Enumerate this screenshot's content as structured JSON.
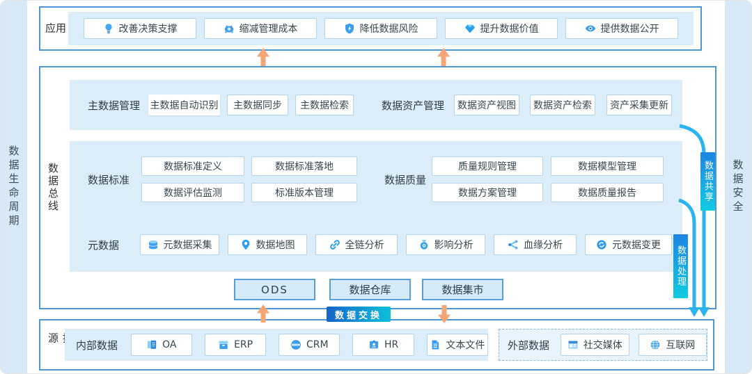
{
  "left_strip": {
    "label": "数据生命周期"
  },
  "right_strip": {
    "label": "数据安全"
  },
  "app_layer": {
    "label": "应用",
    "buttons": [
      {
        "label": "改善决策支撑",
        "icon": "bulb-icon"
      },
      {
        "label": "缩减管理成本",
        "icon": "piggy-bank-icon"
      },
      {
        "label": "降低数据风险",
        "icon": "shield-icon"
      },
      {
        "label": "提升数据价值",
        "icon": "diamond-icon"
      },
      {
        "label": "提供数据公开",
        "icon": "eye-icon"
      }
    ]
  },
  "governance": {
    "label": "数据总线",
    "master": {
      "label": "主数据管理",
      "buttons": [
        "主数据自动识别",
        "主数据同步",
        "主数据检索"
      ]
    },
    "asset": {
      "label": "数据资产管理",
      "buttons": [
        "数据资产视图",
        "数据资产检索",
        "资产采集更新"
      ]
    },
    "standard": {
      "label": "数据标准",
      "buttons": [
        "数据标准定义",
        "数据标准落地",
        "数据评估监测",
        "标准版本管理"
      ]
    },
    "quality": {
      "label": "数据质量",
      "buttons": [
        "质量规则管理",
        "数据模型管理",
        "数据方案管理",
        "数据质量报告"
      ]
    },
    "metadata": {
      "label": "元数据",
      "buttons": [
        {
          "label": "元数据采集",
          "icon": "database-icon"
        },
        {
          "label": "数据地图",
          "icon": "map-pin-icon"
        },
        {
          "label": "全链分析",
          "icon": "chain-link-icon"
        },
        {
          "label": "影响分析",
          "icon": "target-icon"
        },
        {
          "label": "血缘分析",
          "icon": "branch-icon"
        },
        {
          "label": "元数据变更",
          "icon": "refresh-icon"
        }
      ]
    },
    "storage": [
      "ODS",
      "数据仓库",
      "数据集市"
    ]
  },
  "badges": {
    "share": "数据共享",
    "process": "数据处理",
    "exchange": "数据交换"
  },
  "source_layer": {
    "label": "数据源",
    "internal": {
      "label": "内部数据",
      "buttons": [
        {
          "label": "OA",
          "icon": "documents-icon"
        },
        {
          "label": "ERP",
          "icon": "archive-box-icon"
        },
        {
          "label": "CRM",
          "icon": "crm-disc-icon"
        },
        {
          "label": "HR",
          "icon": "id-card-icon"
        },
        {
          "label": "文本文件",
          "icon": "text-file-icon"
        }
      ]
    },
    "external": {
      "label": "外部数据",
      "buttons": [
        {
          "label": "社交媒体",
          "icon": "browser-window-icon"
        },
        {
          "label": "互联网",
          "icon": "globe-icon"
        }
      ]
    }
  },
  "colors": {
    "layer_border": "#4e96d6",
    "panel_bg": "#dcedfa",
    "strip_bg": "#d7e9f7",
    "badge_gradient_start": "#1d85e2",
    "badge_gradient_end": "#12cbe2",
    "connector_blue": "#2bb3ef",
    "arrow_orange": "#f3a576"
  }
}
